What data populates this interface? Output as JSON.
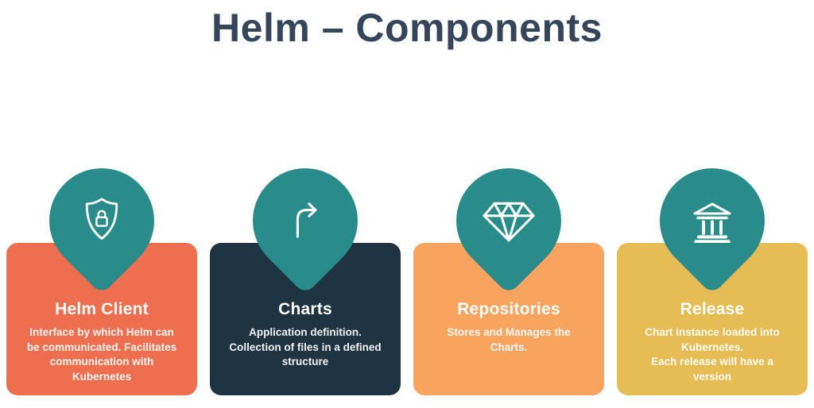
{
  "title": "Helm – Components",
  "colors": {
    "title": "#36465a",
    "pin": "#2a8c8a",
    "card_text": "#ffffff"
  },
  "cards": [
    {
      "title": "Helm Client",
      "description": "Interface by which Helm can\nbe communicated. Facilitates\ncommunication with\nKubernetes",
      "icon": "shield-lock-icon",
      "color": "#ed6f4f"
    },
    {
      "title": "Charts",
      "description": "Application definition.\nCollection of files in a defined\nstructure",
      "icon": "curved-arrow-icon",
      "color": "#1e3442"
    },
    {
      "title": "Repositories",
      "description": "Stores and Manages the\nCharts.",
      "icon": "diamond-icon",
      "color": "#f8a35e"
    },
    {
      "title": "Release",
      "description": "Chart instance loaded into\nKubernetes.\nEach release will have a\nversion",
      "icon": "bank-icon",
      "color": "#e6bd55"
    }
  ]
}
